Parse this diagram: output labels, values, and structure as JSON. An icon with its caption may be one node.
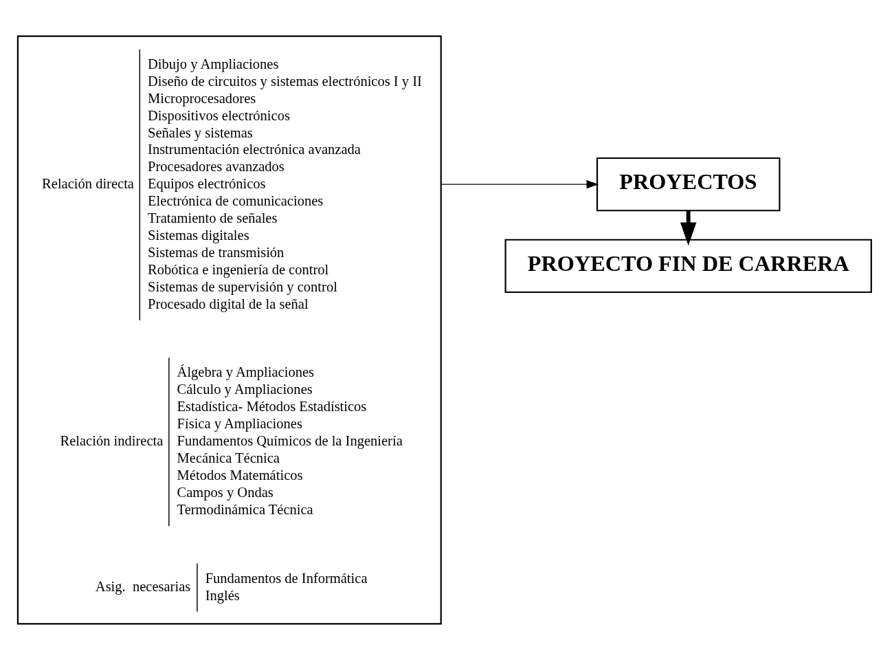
{
  "diagram": {
    "nodes": [
      {
        "text": [],
        "shape": "box"
      },
      {
        "text": [
          "Relación directa",
          "Dibujo y Ampliaciones",
          "Diseño de circuitos y sistemas electrónicos I y II",
          "Microprocesadores",
          "Dispositivos electrónicos",
          "Señales y sistemas",
          "Instrumentación electrónica avanzada",
          "Procesadores avanzados",
          "Equipos electrónicos",
          "Electrónica de comunicaciones",
          "Tratamiento de señales",
          "Sistemas digitales",
          "Sistemas de transmisión",
          "Robótica e ingeniería de control",
          "Sistemas de supervisión y control",
          "Procesado digital de la señal"
        ],
        "in": 0
      },
      {
        "text": [
          "Relación indirecta",
          "Álgebra y Ampliaciones",
          "Cálculo y Ampliaciones",
          "Estadística- Métodos Estadísticos",
          "Física y Ampliaciones",
          "Fundamentos Químicos de la Ingeniería",
          "Mecánica Técnica",
          "Métodos Matemáticos",
          "Campos y Ondas",
          "Termodinámica Técnica"
        ],
        "in": 0
      },
      {
        "text": [
          "Asig.  necesarias",
          "Fundamentos de Informática",
          "Inglés"
        ],
        "in": 0
      },
      {
        "text": [
          "PROYECTOS"
        ]
      },
      {
        "text": [
          "PROYECTO FIN DE CARRERA"
        ]
      }
    ],
    "edges": [
      {
        "from": 0,
        "to": 4,
        "arrow": "to"
      },
      {
        "from": 4,
        "to": 5,
        "arrow": "to",
        "style": "thick"
      }
    ]
  }
}
